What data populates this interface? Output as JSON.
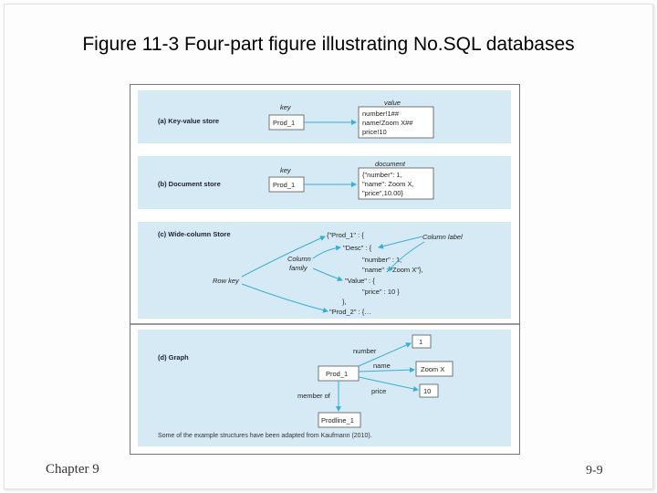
{
  "slide": {
    "title": "Figure 11-3 Four-part figure illustrating No.SQL databases",
    "footer_left": "Chapter 9",
    "footer_right": "9-9"
  },
  "panel_a": {
    "label": "(a) Key-value store",
    "key_caption": "key",
    "value_caption": "value",
    "key_box": "Prod_1",
    "value_lines": [
      "number!1##",
      "name!Zoom X##",
      "price!10"
    ]
  },
  "panel_b": {
    "label": "(b) Document store",
    "key_caption": "key",
    "doc_caption": "document",
    "key_box": "Prod_1",
    "doc_lines": [
      "{\"number\": 1,",
      "\"name\": Zoom X,",
      "\"price\",10.00}"
    ]
  },
  "panel_c": {
    "label": "(c) Wide-column Store",
    "code_lines": [
      "{\"Prod_1\" : {",
      "\"Desc\" : {",
      "\"number\" : 1,",
      "\"name\" : \"Zoom X\"},",
      "\"Value\" : {",
      "\"price\" : 10 }",
      "},",
      "\"Prod_2\" : {…"
    ],
    "column_label": "Column label",
    "column_family": [
      "Column",
      "family"
    ],
    "row_key": "Row key"
  },
  "panel_d": {
    "label": "(d) Graph",
    "center_node": "Prod_1",
    "node_number": "1",
    "node_name": "Zoom X",
    "node_price": "10",
    "node_line": "Prodline_1",
    "edge_number": "number",
    "edge_name": "name",
    "edge_price": "price",
    "edge_member": "member of"
  },
  "caption": "Some of the example structures have been adapted from Kaufmann (2010).",
  "colors": {
    "panel_bg": "#d6eaf5",
    "arrow": "#3aaed2"
  }
}
